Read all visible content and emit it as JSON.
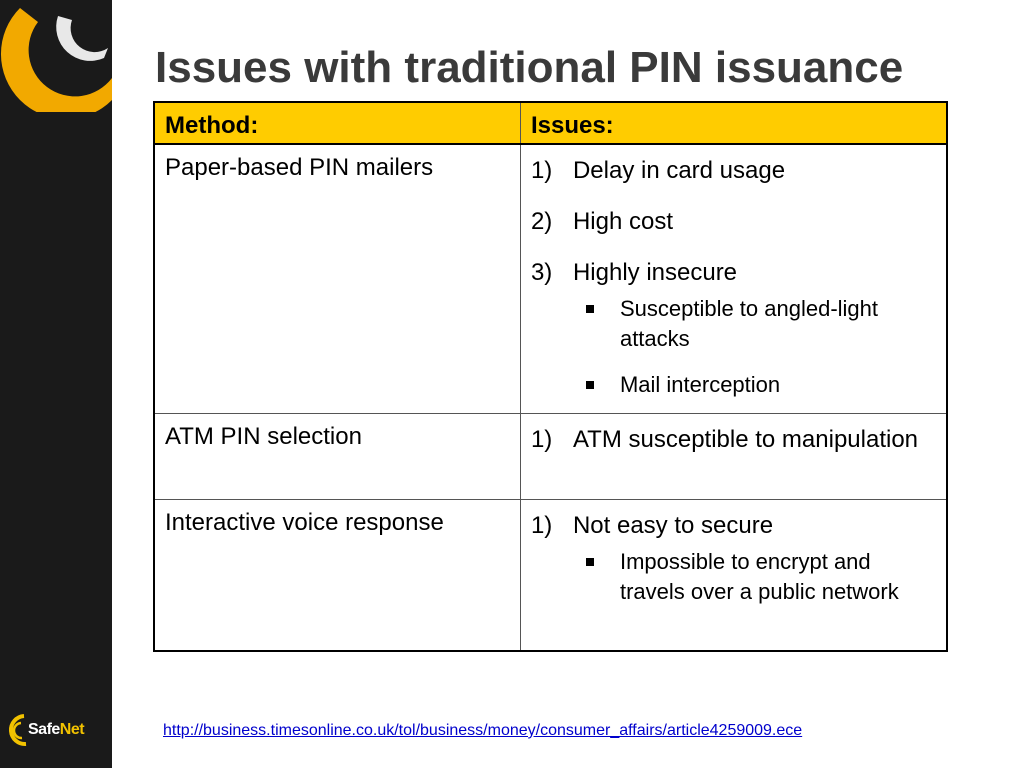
{
  "slide": {
    "title": "Issues with traditional PIN issuance",
    "brand": {
      "logo_part1": "Safe",
      "logo_part2": "Net",
      "logo_icon": "safenet-swirl-icon",
      "accent_color": "#ffcc00",
      "sidebar_color": "#1a1a1a"
    },
    "table": {
      "headers": [
        "Method:",
        "Issues:"
      ],
      "rows": [
        {
          "method": "Paper-based PIN mailers",
          "issues": [
            {
              "num": "1)",
              "text": "Delay in card usage"
            },
            {
              "num": "2)",
              "text": "High cost"
            },
            {
              "num": "3)",
              "text": "Highly insecure"
            }
          ],
          "sub_items": [
            "Susceptible to angled-light attacks",
            "Mail interception"
          ]
        },
        {
          "method": "ATM PIN selection",
          "issues": [
            {
              "num": "1)",
              "text": "ATM susceptible to manipulation"
            }
          ]
        },
        {
          "method": "Interactive voice response",
          "issues": [
            {
              "num": "1)",
              "text": "Not easy to secure"
            }
          ],
          "sub_items": [
            "Impossible to encrypt and travels over a public network"
          ]
        }
      ]
    },
    "footer": {
      "link_text": "http://business.timesonline.co.uk/tol/business/money/consumer_affairs/article4259009.ece"
    }
  }
}
